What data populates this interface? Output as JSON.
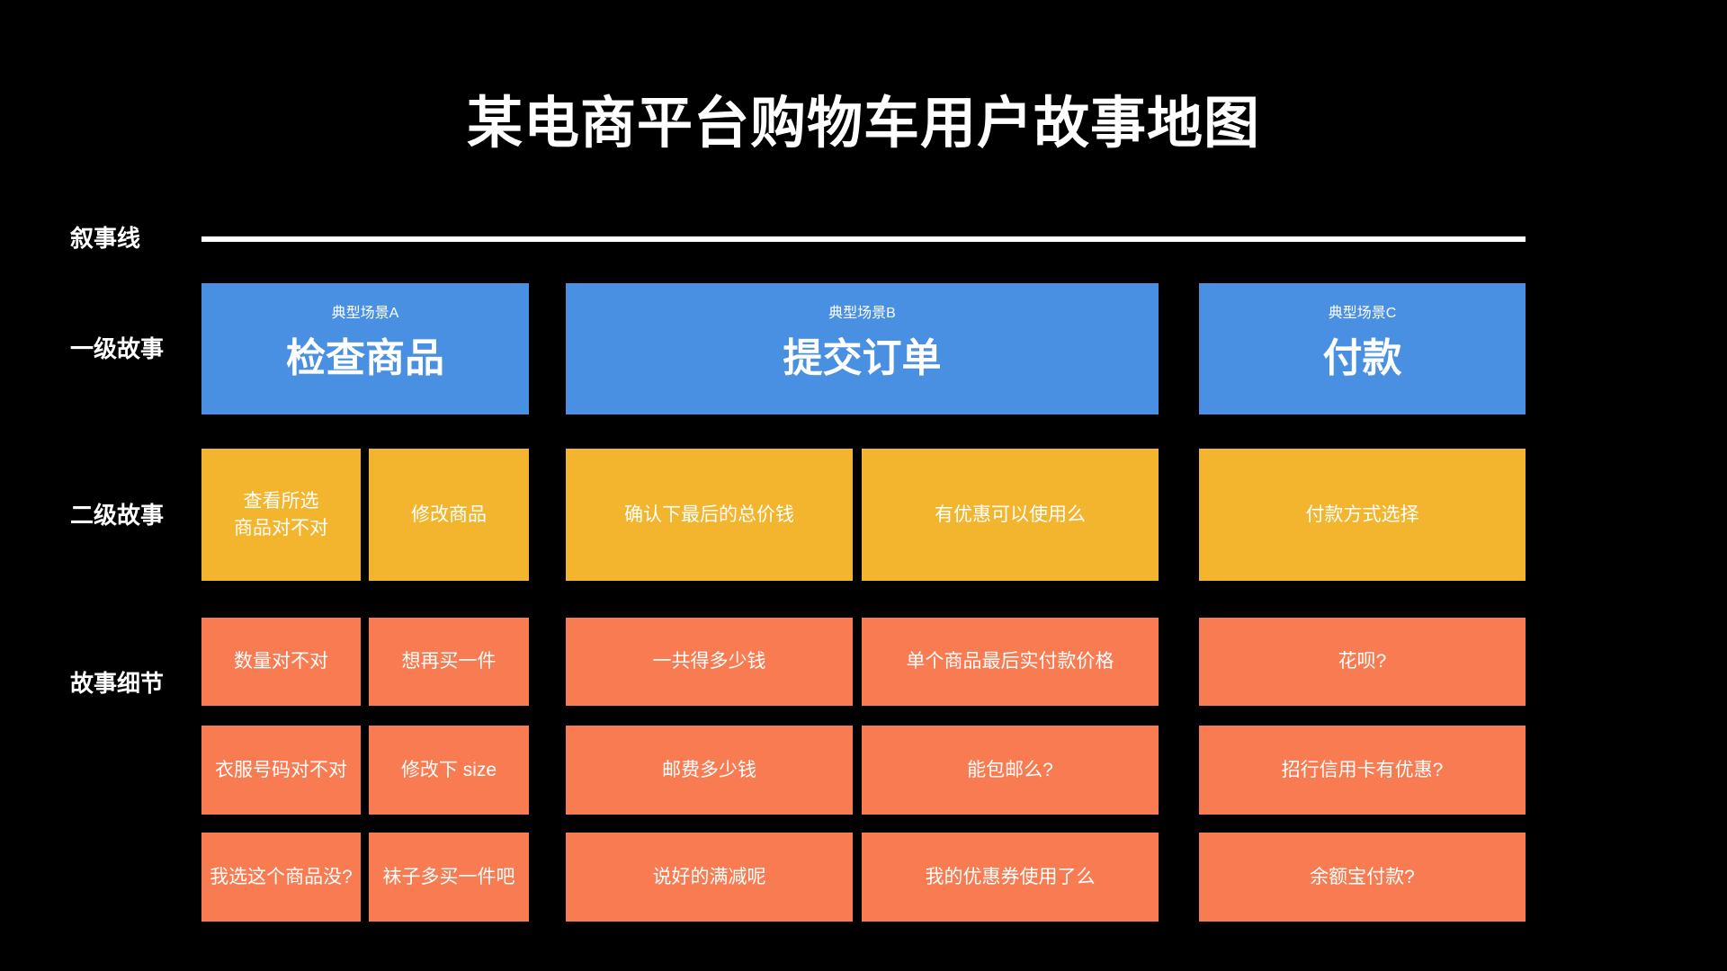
{
  "title": "某电商平台购物车用户故事地图",
  "colors": {
    "background": "#000000",
    "text": "#FFFFFF",
    "line": "#FFFFFF",
    "blue": "#4A90E2",
    "yellow": "#F3B42E",
    "orange": "#F97B51"
  },
  "row_labels": {
    "narrative": "叙事线",
    "level1": "一级故事",
    "level2": "二级故事",
    "details": "故事细节"
  },
  "scenarios": [
    {
      "tag": "典型场景A",
      "title": "检查商品"
    },
    {
      "tag": "典型场景B",
      "title": "提交订单"
    },
    {
      "tag": "典型场景C",
      "title": "付款"
    }
  ],
  "level2_stories": [
    "查看所选\n商品对不对",
    "修改商品",
    "确认下最后的总价钱",
    "有优惠可以使用么",
    "付款方式选择"
  ],
  "detail_columns": [
    [
      "数量对不对",
      "衣服号码对不对",
      "我选这个商品没?"
    ],
    [
      "想再买一件",
      "修改下 size",
      "袜子多买一件吧"
    ],
    [
      "一共得多少钱",
      "邮费多少钱",
      "说好的满减呢"
    ],
    [
      "单个商品最后实付款价格",
      "能包邮么?",
      "我的优惠券使用了么"
    ],
    [
      "花呗?",
      "招行信用卡有优惠?",
      "余额宝付款?"
    ]
  ]
}
